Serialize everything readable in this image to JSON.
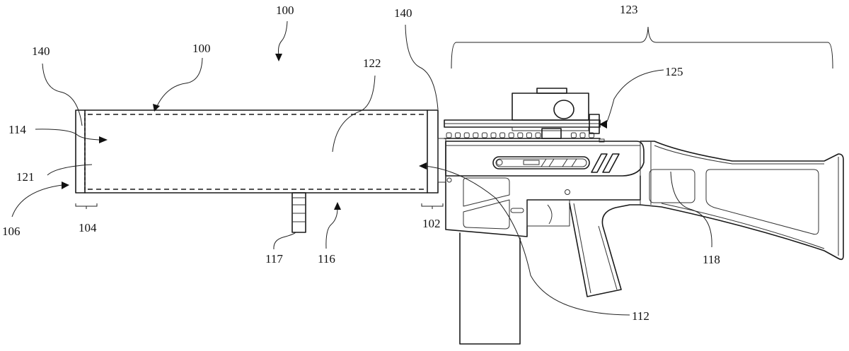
{
  "figure": {
    "type": "patent-drawing",
    "subject": "rifle with attached tubular accessory (suppressor-like body)",
    "line_color": "#1a1a1a",
    "background": "#ffffff"
  },
  "labels": {
    "ref_100_top": "100",
    "ref_100_body": "100",
    "ref_140_left": "140",
    "ref_140_right": "140",
    "ref_114": "114",
    "ref_121": "121",
    "ref_106": "106",
    "ref_104": "104",
    "ref_122": "122",
    "ref_117": "117",
    "ref_116": "116",
    "ref_102": "102",
    "ref_123": "123",
    "ref_125": "125",
    "ref_112": "112",
    "ref_118": "118"
  }
}
